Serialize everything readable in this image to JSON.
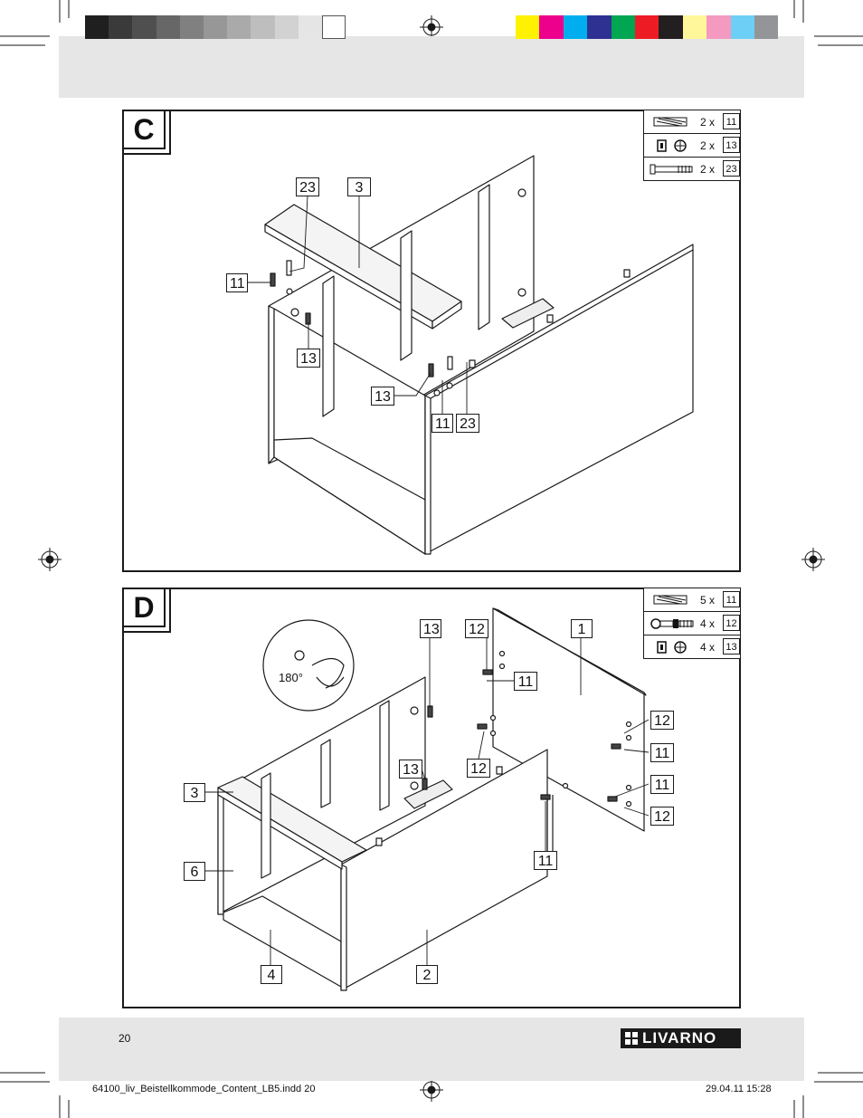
{
  "color_bar": {
    "grays": [
      "#1f1f1f",
      "#3a3a3a",
      "#4f4f4f",
      "#676767",
      "#808080",
      "#979797",
      "#aaaaaa",
      "#bebebe",
      "#d2d2d2",
      "#e5e5e5",
      "#ffffff"
    ],
    "colors": [
      "#fff200",
      "#ec008c",
      "#00aeef",
      "#2e3192",
      "#00a651",
      "#ed1c24",
      "#231f20",
      "#fff799",
      "#f49ac1",
      "#6dcff6",
      "#939598"
    ]
  },
  "step_c": {
    "letter": "C",
    "parts": [
      {
        "icon": "dowel-icon",
        "qty": "2 x",
        "num": "11"
      },
      {
        "icon": "cam-lock-icon",
        "qty": "2 x",
        "num": "13"
      },
      {
        "icon": "bolt-icon",
        "qty": "2 x",
        "num": "23"
      }
    ],
    "callouts": [
      "23",
      "3",
      "11",
      "13",
      "13",
      "11",
      "23"
    ]
  },
  "step_d": {
    "letter": "D",
    "parts": [
      {
        "icon": "dowel-icon",
        "qty": "5 x",
        "num": "11"
      },
      {
        "icon": "connector-bolt-icon",
        "qty": "4 x",
        "num": "12"
      },
      {
        "icon": "cam-lock-icon",
        "qty": "4 x",
        "num": "13"
      }
    ],
    "callouts": [
      "13",
      "12",
      "1",
      "11",
      "12",
      "11",
      "13",
      "12",
      "11",
      "12",
      "3",
      "11",
      "6",
      "4",
      "2"
    ],
    "rotation_label": "180°"
  },
  "footer": {
    "page_number": "20",
    "brand": "LIVARNO",
    "file_name": "64100_liv_Beistellkommode_Content_LB5.indd   20",
    "date_time": "29.04.11   15:28"
  }
}
